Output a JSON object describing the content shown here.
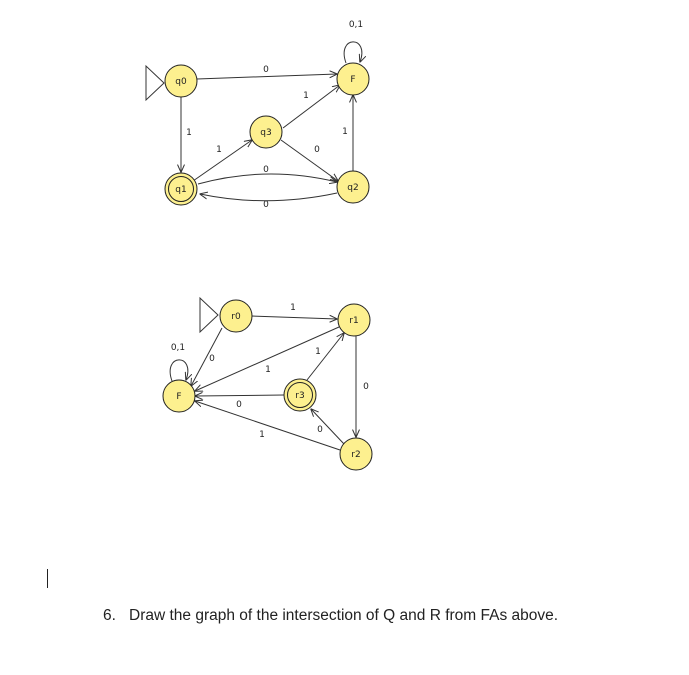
{
  "diagrams": [
    {
      "states": [
        {
          "id": "q0",
          "label": "q0",
          "start": true,
          "accept": false
        },
        {
          "id": "F",
          "label": "F",
          "start": false,
          "accept": false
        },
        {
          "id": "q3",
          "label": "q3",
          "start": false,
          "accept": false
        },
        {
          "id": "q1",
          "label": "q1",
          "start": false,
          "accept": true
        },
        {
          "id": "q2",
          "label": "q2",
          "start": false,
          "accept": false
        }
      ],
      "transitions": [
        {
          "from": "q0",
          "to": "F",
          "label": "0"
        },
        {
          "from": "q0",
          "to": "q1",
          "label": "1"
        },
        {
          "from": "q1",
          "to": "q3",
          "label": "1"
        },
        {
          "from": "q3",
          "to": "F",
          "label": "1"
        },
        {
          "from": "q3",
          "to": "q2",
          "label": "0"
        },
        {
          "from": "q1",
          "to": "q2",
          "label": "0"
        },
        {
          "from": "q2",
          "to": "q1",
          "label": "0"
        },
        {
          "from": "q2",
          "to": "F",
          "label": "1"
        },
        {
          "from": "F",
          "to": "F",
          "label": "0,1"
        }
      ]
    },
    {
      "states": [
        {
          "id": "r0",
          "label": "r0",
          "start": true,
          "accept": false
        },
        {
          "id": "r1",
          "label": "r1",
          "start": false,
          "accept": false
        },
        {
          "id": "F",
          "label": "F",
          "start": false,
          "accept": false
        },
        {
          "id": "r3",
          "label": "r3",
          "start": false,
          "accept": true
        },
        {
          "id": "r2",
          "label": "r2",
          "start": false,
          "accept": false
        }
      ],
      "transitions": [
        {
          "from": "r0",
          "to": "r1",
          "label": "1"
        },
        {
          "from": "r0",
          "to": "F",
          "label": "0"
        },
        {
          "from": "r1",
          "to": "F",
          "label": "1"
        },
        {
          "from": "r1",
          "to": "r2",
          "label": "0"
        },
        {
          "from": "r3",
          "to": "r1",
          "label": "1"
        },
        {
          "from": "r3",
          "to": "F",
          "label": "0"
        },
        {
          "from": "r2",
          "to": "r3",
          "label": "0"
        },
        {
          "from": "r2",
          "to": "F",
          "label": "1"
        },
        {
          "from": "F",
          "to": "F",
          "label": "0,1"
        }
      ]
    }
  ],
  "question": {
    "number": "6.",
    "text": "Draw the graph of the intersection of Q and R from FAs above."
  }
}
